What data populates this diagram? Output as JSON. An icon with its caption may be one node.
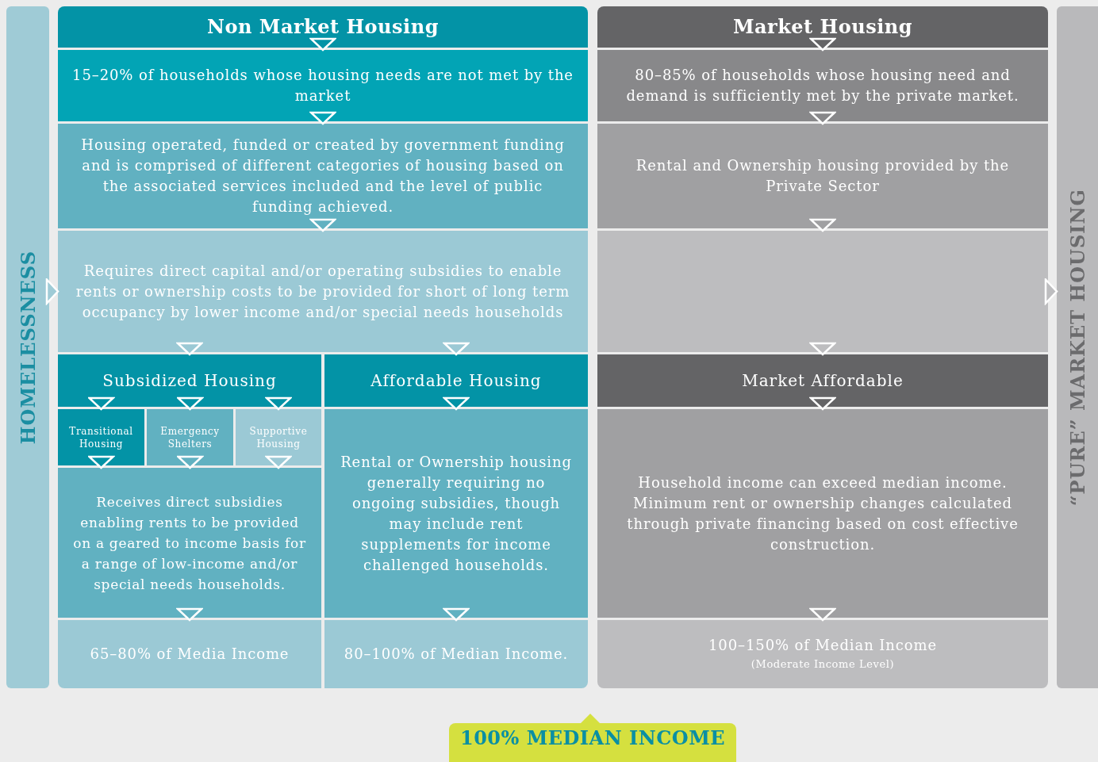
{
  "diagram": {
    "nodes": [
      {
        "text": [
          "HOMELESSNESS"
        ]
      },
      {
        "text": [
          "Non Market Housing"
        ]
      },
      {
        "text": [
          "15–20% of households whose housing needs are not met by the market"
        ]
      },
      {
        "text": [
          "Housing operated, funded or created by government funding and is comprised of different categories of housing based on the associated services included and the level of public funding achieved."
        ]
      },
      {
        "text": [
          "Requires direct capital and/or operating subsidies to enable rents or ownership costs to be provided for short of long term occupancy by lower income and/or special needs households"
        ]
      },
      {
        "text": [
          "Subsidized Housing"
        ]
      },
      {
        "text": [
          "Affordable Housing"
        ]
      },
      {
        "text": [
          "Transitional Housing"
        ]
      },
      {
        "text": [
          "Emergency Shelters"
        ]
      },
      {
        "text": [
          "Supportive Housing"
        ]
      },
      {
        "text": [
          "Receives direct subsidies enabling rents to be provided on a geared to income basis for a range of low-income and/or special needs households."
        ]
      },
      {
        "text": [
          "Rental or Ownership housing generally requiring no ongoing subsidies, though may include rent supplements for income challenged households."
        ]
      },
      {
        "text": [
          "65–80% of Media Income"
        ]
      },
      {
        "text": [
          "80–100% of Median Income."
        ]
      },
      {
        "text": [
          "Market Housing"
        ]
      },
      {
        "text": [
          "80–85% of households whose housing need and demand is sufficiently met by the private market."
        ]
      },
      {
        "text": [
          "Rental and Ownership housing provided by the Private Sector"
        ]
      },
      {
        "text": [],
        "shape": "box"
      },
      {
        "text": [
          "Market Affordable"
        ]
      },
      {
        "text": [
          "Household income can exceed median income. Minimum rent or ownership changes calculated through private financing based on cost effective construction."
        ]
      },
      {
        "text": [
          "100–150% of Median Income",
          "(Moderate Income Level)"
        ]
      },
      {
        "text": [
          "“PURE” MARKET HOUSING"
        ]
      },
      {
        "text": [
          "100% MEDIAN INCOME"
        ]
      }
    ],
    "edges": [
      {
        "from": 1,
        "to": 2,
        "arrow": "to"
      },
      {
        "from": 2,
        "to": 3,
        "arrow": "to"
      },
      {
        "from": 3,
        "to": 4,
        "arrow": "to"
      },
      {
        "from": 4,
        "to": 5,
        "arrow": "to"
      },
      {
        "from": 4,
        "to": 6,
        "arrow": "to"
      },
      {
        "from": 5,
        "to": 7,
        "arrow": "to"
      },
      {
        "from": 5,
        "to": 8,
        "arrow": "to"
      },
      {
        "from": 5,
        "to": 9,
        "arrow": "to"
      },
      {
        "from": 7,
        "to": 10,
        "arrow": "to"
      },
      {
        "from": 8,
        "to": 10,
        "arrow": "to"
      },
      {
        "from": 9,
        "to": 10,
        "arrow": "to"
      },
      {
        "from": 6,
        "to": 11,
        "arrow": "to"
      },
      {
        "from": 10,
        "to": 12,
        "arrow": "to"
      },
      {
        "from": 11,
        "to": 13,
        "arrow": "to"
      },
      {
        "from": 14,
        "to": 15,
        "arrow": "to"
      },
      {
        "from": 15,
        "to": 16,
        "arrow": "to"
      },
      {
        "from": 16,
        "to": 17,
        "arrow": "to"
      },
      {
        "from": 17,
        "to": 18,
        "arrow": "to"
      },
      {
        "from": 18,
        "to": 19,
        "arrow": "to"
      },
      {
        "from": 19,
        "to": 20,
        "arrow": "to"
      },
      {
        "from": 0,
        "to": 4,
        "arrow": "to"
      },
      {
        "from": 17,
        "to": 21,
        "arrow": "to"
      }
    ]
  }
}
